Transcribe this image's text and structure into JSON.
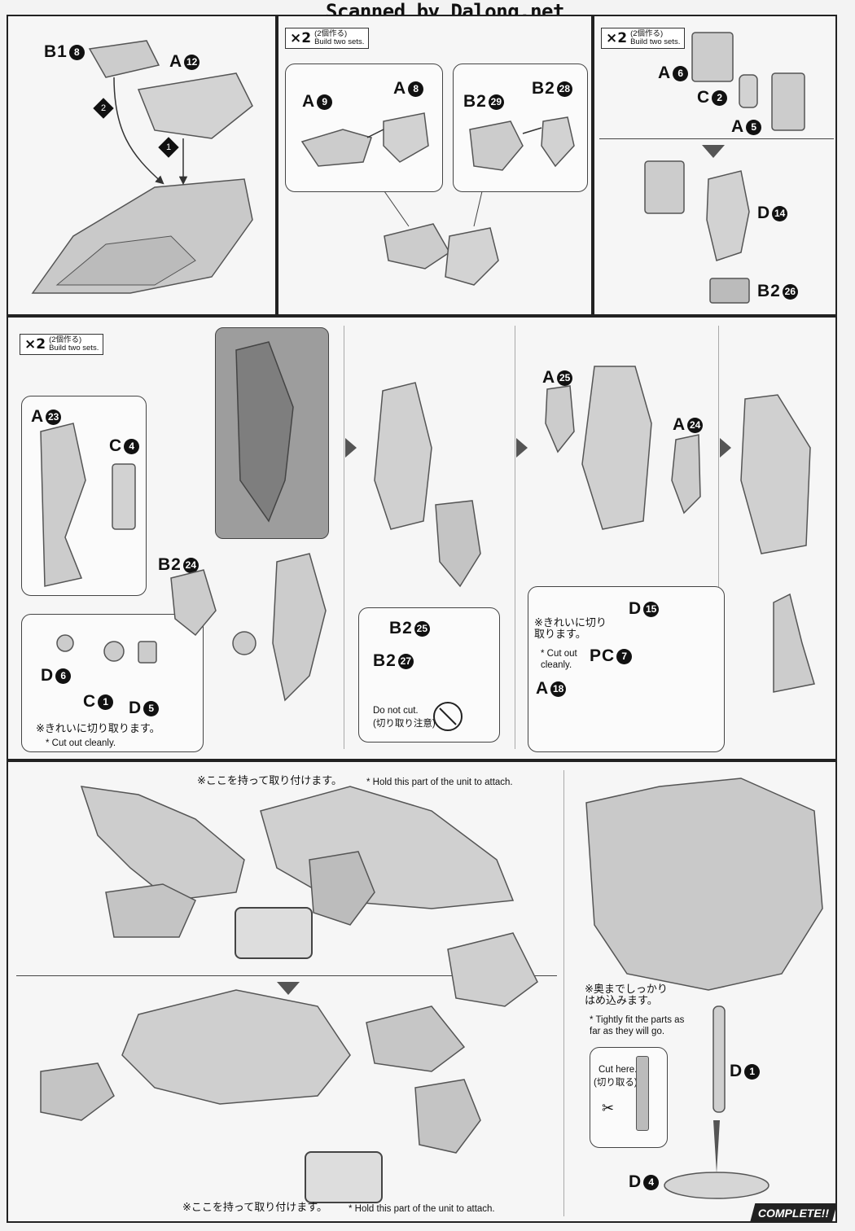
{
  "watermark": "Scanned by Dalong.net",
  "build_two": {
    "multiplier": "×2",
    "jp": "(2個作る)",
    "en": "Build two sets."
  },
  "top_left": {
    "parts": [
      {
        "name": "B1",
        "num": "8"
      },
      {
        "name": "A",
        "num": "12"
      }
    ],
    "steps": [
      "2",
      "1"
    ]
  },
  "top_middle": {
    "left_parts": [
      {
        "name": "A",
        "num": "9"
      },
      {
        "name": "A",
        "num": "8"
      }
    ],
    "right_parts": [
      {
        "name": "B2",
        "num": "29"
      },
      {
        "name": "B2",
        "num": "28"
      }
    ]
  },
  "top_right": {
    "parts": [
      {
        "name": "A",
        "num": "6"
      },
      {
        "name": "C",
        "num": "2"
      },
      {
        "name": "A",
        "num": "5"
      },
      {
        "name": "D",
        "num": "14"
      },
      {
        "name": "B2",
        "num": "26"
      }
    ]
  },
  "middle": {
    "parts_a": [
      {
        "name": "A",
        "num": "23"
      },
      {
        "name": "C",
        "num": "4"
      },
      {
        "name": "B2",
        "num": "24"
      },
      {
        "name": "D",
        "num": "6"
      },
      {
        "name": "C",
        "num": "1"
      },
      {
        "name": "D",
        "num": "5"
      }
    ],
    "note_cut_jp": "※きれいに切り取ります。",
    "note_cut_en": "* Cut out cleanly.",
    "parts_b": [
      {
        "name": "B2",
        "num": "25"
      },
      {
        "name": "B2",
        "num": "27"
      }
    ],
    "do_not_cut_en": "Do not cut.",
    "do_not_cut_jp": "(切り取り注意)",
    "parts_c": [
      {
        "name": "A",
        "num": "25"
      },
      {
        "name": "A",
        "num": "24"
      }
    ],
    "parts_d": [
      {
        "name": "D",
        "num": "15"
      },
      {
        "name": "PC",
        "num": "7"
      },
      {
        "name": "A",
        "num": "18"
      }
    ],
    "note_cut2_jp_1": "※きれいに切り",
    "note_cut2_jp_2": "取ります。",
    "note_cut2_en_1": "* Cut out",
    "note_cut2_en_2": "cleanly."
  },
  "bottom": {
    "hold_jp": "※ここを持って取り付けます。",
    "hold_en": "* Hold this part of the unit to attach.",
    "tight_jp_1": "※奥までしっかり",
    "tight_jp_2": "はめ込みます。",
    "tight_en_1": "* Tightly fit the parts as",
    "tight_en_2": "far as they will go.",
    "cut_here_en": "Cut here.",
    "cut_here_jp": "(切り取る)",
    "stand_parts": [
      {
        "name": "D",
        "num": "1"
      },
      {
        "name": "D",
        "num": "4"
      }
    ],
    "complete": "COMPLETE!!"
  }
}
